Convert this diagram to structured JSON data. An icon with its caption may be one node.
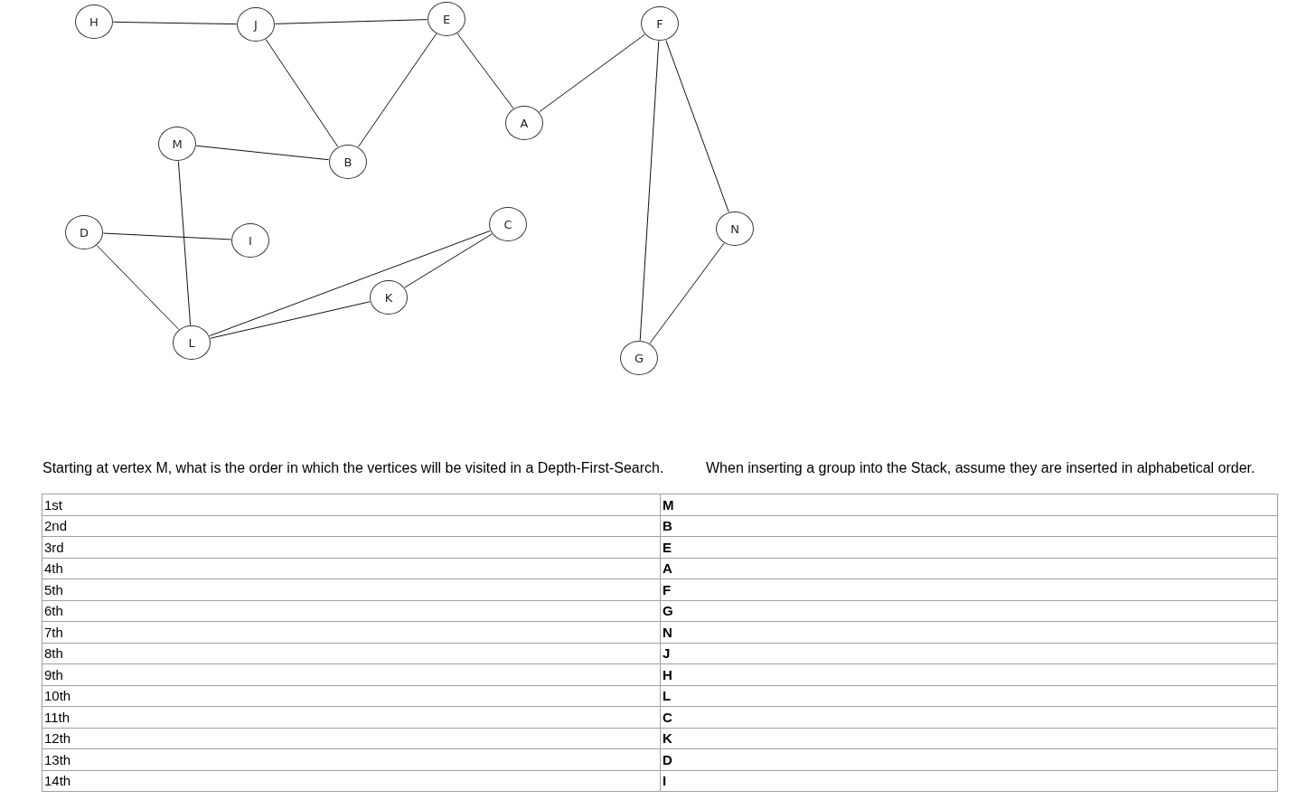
{
  "diagram": {
    "nodes": [
      {
        "text": [
          "H"
        ]
      },
      {
        "text": [
          "J"
        ]
      },
      {
        "text": [
          "E"
        ]
      },
      {
        "text": [
          "F"
        ]
      },
      {
        "text": [
          "A"
        ]
      },
      {
        "text": [
          "M"
        ]
      },
      {
        "text": [
          "B"
        ]
      },
      {
        "text": [
          "D"
        ]
      },
      {
        "text": [
          "I"
        ]
      },
      {
        "text": [
          "C"
        ]
      },
      {
        "text": [
          "N"
        ]
      },
      {
        "text": [
          "K"
        ]
      },
      {
        "text": [
          "L"
        ]
      },
      {
        "text": [
          "G"
        ]
      }
    ],
    "edges": [
      {
        "from": 0,
        "to": 1,
        "arrow": "none"
      },
      {
        "from": 1,
        "to": 2,
        "arrow": "none"
      },
      {
        "from": 2,
        "to": 4,
        "arrow": "none"
      },
      {
        "from": 4,
        "to": 3,
        "arrow": "none"
      },
      {
        "from": 1,
        "to": 6,
        "arrow": "none"
      },
      {
        "from": 2,
        "to": 6,
        "arrow": "none"
      },
      {
        "from": 5,
        "to": 6,
        "arrow": "none"
      },
      {
        "from": 3,
        "to": 13,
        "arrow": "none"
      },
      {
        "from": 3,
        "to": 10,
        "arrow": "none"
      },
      {
        "from": 10,
        "to": 13,
        "arrow": "none"
      },
      {
        "from": 5,
        "to": 12,
        "arrow": "none"
      },
      {
        "from": 7,
        "to": 8,
        "arrow": "none"
      },
      {
        "from": 7,
        "to": 12,
        "arrow": "none"
      },
      {
        "from": 12,
        "to": 9,
        "arrow": "none"
      },
      {
        "from": 12,
        "to": 11,
        "arrow": "none"
      },
      {
        "from": 11,
        "to": 9,
        "arrow": "none"
      }
    ],
    "labels": [
      "Starting at vertex M, what is the order in which the vertices will be visited in a Depth-First-Search.",
      "When inserting a group into the Stack, assume they are inserted in alphabetical order.",
      "1st",
      "M",
      "2nd",
      "B",
      "3rd",
      "E",
      "4th",
      "A",
      "5th",
      "F",
      "6th",
      "G",
      "7th",
      "N",
      "8th",
      "J",
      "9th",
      "H",
      "10th",
      "L",
      "11th",
      "C",
      "12th",
      "K",
      "13th",
      "D",
      "14th",
      "I"
    ]
  }
}
